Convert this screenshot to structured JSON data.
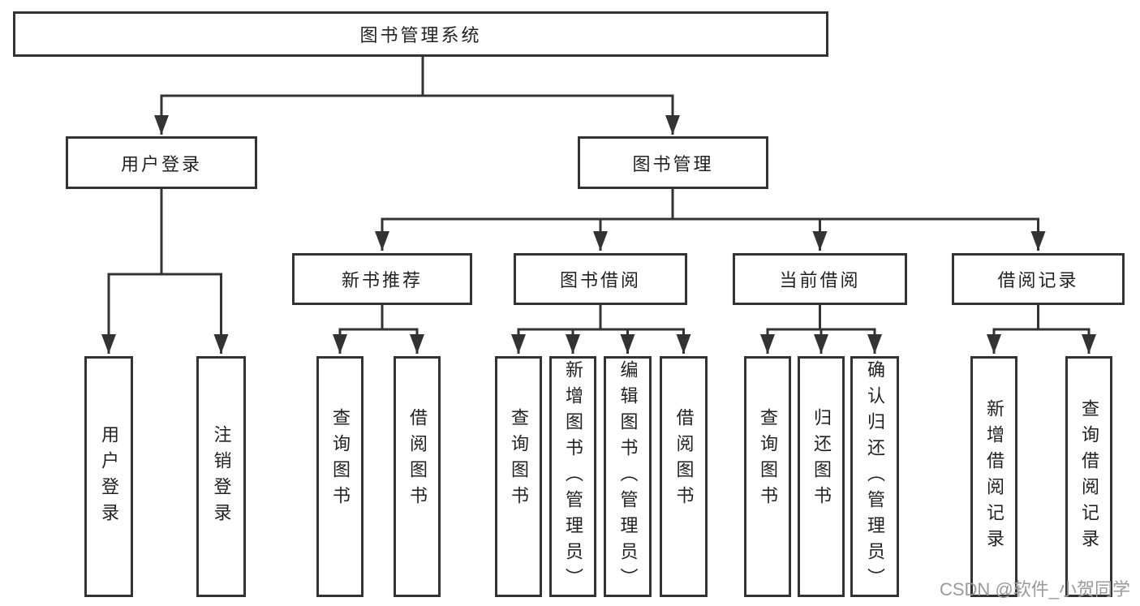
{
  "diagram": {
    "root": {
      "label": "图书管理系统"
    },
    "branches": [
      {
        "label": "用户登录",
        "children": [
          {
            "label": "用户登录"
          },
          {
            "label": "注销登录"
          }
        ]
      },
      {
        "label": "图书管理",
        "groups": [
          {
            "label": "新书推荐",
            "children": [
              {
                "label": "查询图书"
              },
              {
                "label": "借阅图书"
              }
            ]
          },
          {
            "label": "图书借阅",
            "children": [
              {
                "label": "查询图书"
              },
              {
                "label": "新增图书（管理员）"
              },
              {
                "label": "编辑图书（管理员）"
              },
              {
                "label": "借阅图书"
              }
            ]
          },
          {
            "label": "当前借阅",
            "children": [
              {
                "label": "查询图书"
              },
              {
                "label": "归还图书"
              },
              {
                "label": "确认归还（管理员）"
              }
            ]
          },
          {
            "label": "借阅记录",
            "children": [
              {
                "label": "新增借阅记录"
              },
              {
                "label": "查询借阅记录"
              }
            ]
          }
        ]
      }
    ]
  },
  "watermark": {
    "text": "CSDN @软件_小贺同学"
  },
  "colors": {
    "line": "#333333",
    "box_border": "#333333",
    "text": "#222222",
    "background": "#ffffff",
    "watermark": "#9a9a9a"
  }
}
